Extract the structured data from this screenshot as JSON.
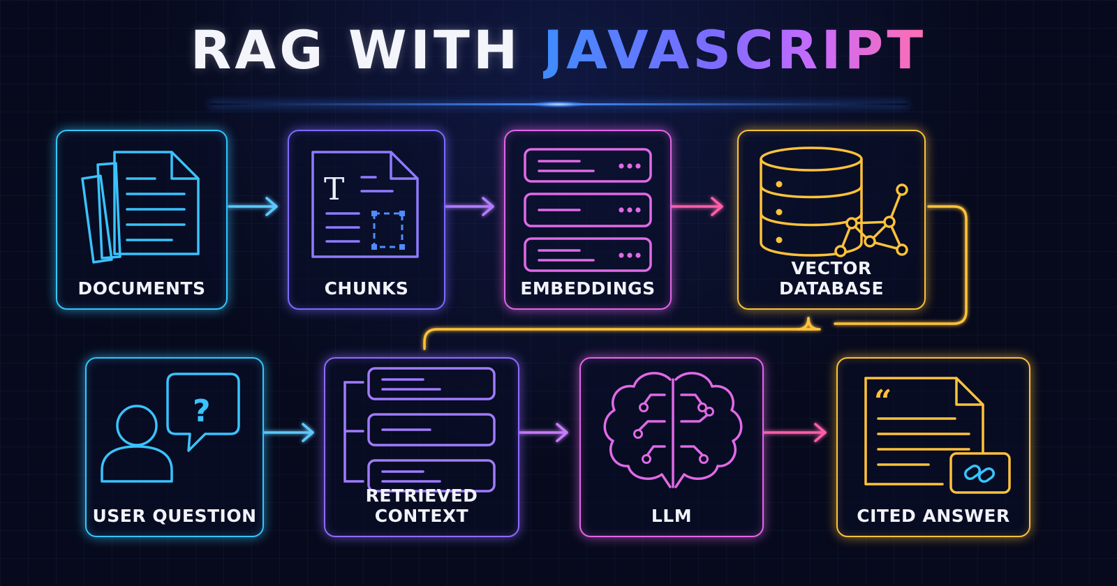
{
  "title": {
    "main": "RAG WITH",
    "accent": "JAVASCRIPT"
  },
  "nodes": {
    "documents": "DOCUMENTS",
    "chunks": "CHUNKS",
    "embeddings": "EMBEDDINGS",
    "vector_database": "VECTOR DATABASE",
    "user_question": "USER QUESTION",
    "retrieved_context": "RETRIEVED CONTEXT",
    "llm": "LLM",
    "cited_answer": "CITED ANSWER"
  },
  "icon_glyphs": {
    "chunks_letter": "T",
    "question_mark": "?",
    "quote_mark": "“"
  },
  "colors": {
    "background": "#070a1c",
    "cyan": "#35c6ff",
    "blue": "#3f8cff",
    "violet": "#9d6bff",
    "magenta": "#e466e8",
    "pink": "#ff6fb0",
    "gold": "#ffc23a"
  },
  "edges": [
    {
      "from": "documents",
      "to": "chunks"
    },
    {
      "from": "chunks",
      "to": "embeddings"
    },
    {
      "from": "embeddings",
      "to": "vector_database"
    },
    {
      "from": "vector_database",
      "to": "retrieved_context"
    },
    {
      "from": "user_question",
      "to": "retrieved_context"
    },
    {
      "from": "retrieved_context",
      "to": "llm"
    },
    {
      "from": "llm",
      "to": "cited_answer"
    }
  ]
}
